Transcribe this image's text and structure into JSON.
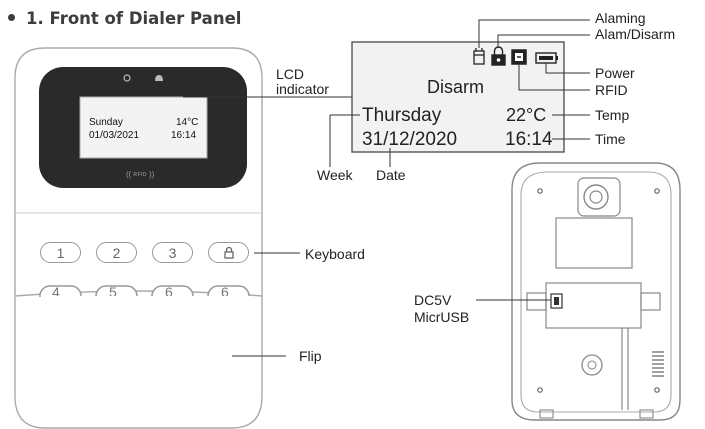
{
  "heading": "1. Front of Dialer Panel",
  "device_screen": {
    "day": "Sunday",
    "temp": "14°C",
    "date": "01/03/2021",
    "time": "16:14",
    "rfid": "RFID"
  },
  "keypad": {
    "row1": [
      "1",
      "2",
      "3"
    ],
    "row2": [
      "4",
      "5",
      "6",
      "6"
    ]
  },
  "lcd_panel": {
    "status": "Disarm",
    "week": "Thursday",
    "temp": "22°C",
    "date": "31/12/2020",
    "time": "16:14"
  },
  "callouts": {
    "lcd_indicator": "LCD\nindicator",
    "keyboard": "Keyboard",
    "flip": "Flip",
    "alaming": "Alaming",
    "alam_disarm": "Alam/Disarm",
    "power": "Power",
    "rfid": "RFID",
    "temp": "Temp",
    "time": "Time",
    "week": "Week",
    "date": "Date",
    "dc5v": "DC5V",
    "micro_usb": "MicrUSB"
  },
  "icons": [
    "camera-icon",
    "bell-icon",
    "lock-icon",
    "alarm-icon",
    "arm-disarm-icon",
    "rfid-card-icon",
    "battery-icon",
    "rfid-wave-icon",
    "usb-port-icon",
    "speaker-grille-icon"
  ]
}
